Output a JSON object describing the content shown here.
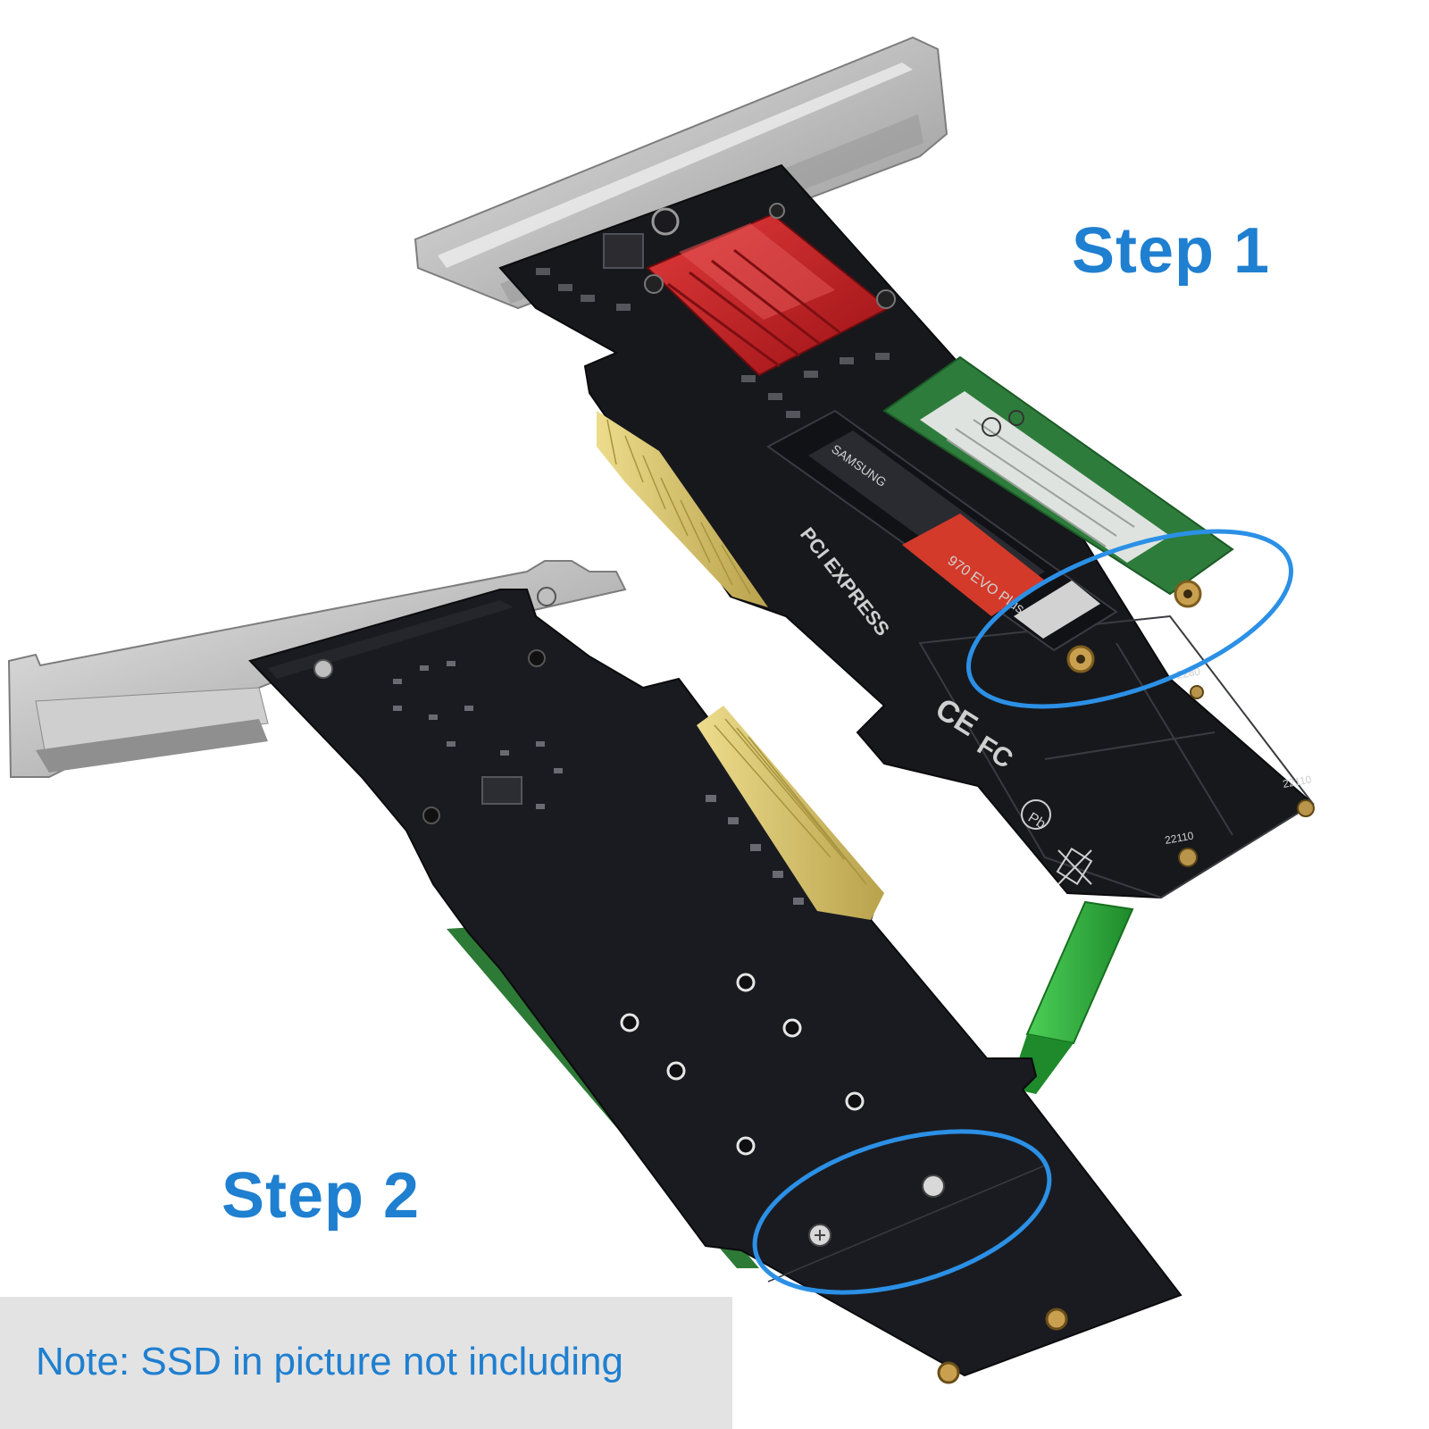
{
  "labels": {
    "step1": "Step 1",
    "step2": "Step 2",
    "note": "Note: SSD in picture not including"
  },
  "markings": {
    "pci_express_logo": "PCI EXPRESS",
    "ce_mark": "CE",
    "fc_mark": "FC",
    "pb_mark": "Pb",
    "slot_2280_upper": "2280",
    "slot_22110_a": "22110",
    "slot_22110_b": "22110",
    "ssd_model": "970 EVO Plus",
    "ssd_brand": "SAMSUNG"
  },
  "colors": {
    "label_blue": "#1f7fd0",
    "circle_blue": "#2b90e6",
    "pcb": "#17181c",
    "heatsink": "#c81e22",
    "gold_contacts": "#d8c56a",
    "bracket": "#c9c9c9",
    "screwdriver": "#29a83a",
    "note_background": "#e3e3e3"
  }
}
